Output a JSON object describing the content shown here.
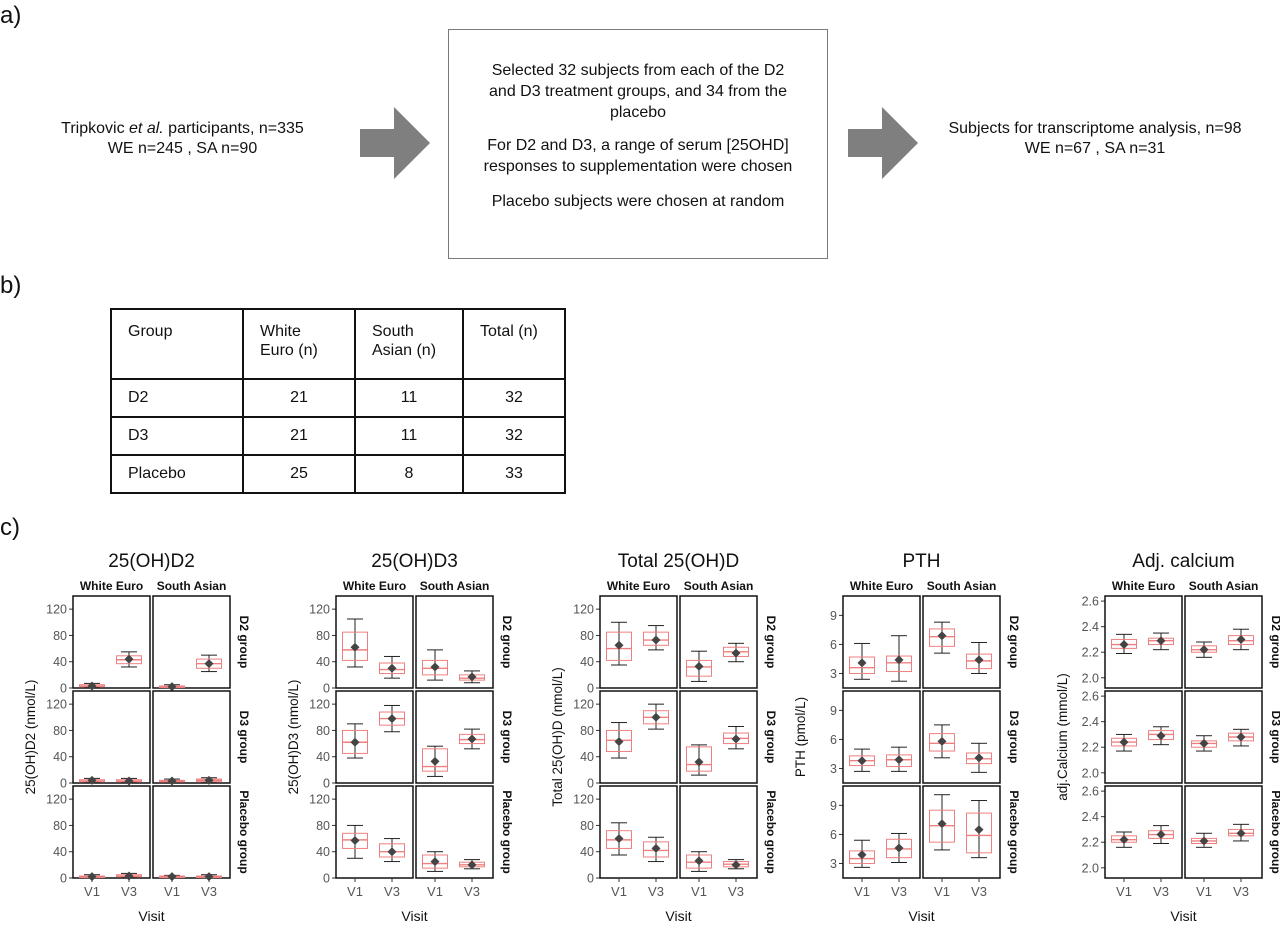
{
  "panel_labels": {
    "a": "a)",
    "b": "b)",
    "c": "c)"
  },
  "flow": {
    "left_line1_prefix": "Tripkovic ",
    "left_line1_italic": "et al.",
    "left_line1_suffix": " participants, n=335",
    "left_line2": "WE n=245 , SA n=90",
    "center_p1": "Selected 32 subjects from each of the D2 and D3 treatment groups, and 34 from the placebo",
    "center_p2": "For D2 and D3, a range of serum [25OHD] responses to supplementation were chosen",
    "center_p3": "Placebo subjects were chosen at random",
    "right_line1": "Subjects for transcriptome analysis, n=98",
    "right_line2": "WE n=67 , SA n=31",
    "arrow_color": "#7f7f7f"
  },
  "table": {
    "headers": [
      "Group",
      "White Euro (n)",
      "South Asian (n)",
      "Total (n)"
    ],
    "header_lines": [
      [
        "Group"
      ],
      [
        "White",
        "Euro (n)"
      ],
      [
        "South",
        "Asian (n)"
      ],
      [
        "Total (n)"
      ]
    ],
    "rows": [
      [
        "D2",
        "21",
        "11",
        "32"
      ],
      [
        "D3",
        "21",
        "11",
        "32"
      ],
      [
        "Placebo",
        "25",
        "8",
        "33"
      ]
    ]
  },
  "chart_data": [
    {
      "type": "box",
      "title": "25(OH)D2",
      "ylabel": "25(OH)D2 (nmol/L)",
      "xlabel": "Visit",
      "ylim": [
        0,
        140
      ],
      "yticks": [
        "0",
        "40",
        "80",
        "120"
      ],
      "facet_columns": [
        "White Euro",
        "South Asian"
      ],
      "facet_rows": [
        "D2 group",
        "D3 group",
        "Placebo group"
      ],
      "categories": [
        "V1",
        "V3"
      ],
      "boxes": [
        [
          [
            [
              1,
              2,
              3,
              5,
              7
            ],
            [
              32,
              37,
              43,
              49,
              55
            ]
          ],
          [
            [
              0,
              1,
              2,
              3,
              5
            ],
            [
              25,
              30,
              37,
              44,
              50
            ]
          ]
        ],
        [
          [
            [
              1,
              2,
              3,
              5,
              7
            ],
            [
              1,
              2,
              3,
              5,
              7
            ]
          ],
          [
            [
              1,
              2,
              3,
              4,
              6
            ],
            [
              1,
              2,
              4,
              6,
              8
            ]
          ]
        ],
        [
          [
            [
              0,
              1,
              2,
              3,
              5
            ],
            [
              1,
              2,
              3,
              5,
              7
            ]
          ],
          [
            [
              0,
              1,
              2,
              3,
              4
            ],
            [
              0,
              1,
              2,
              3,
              5
            ]
          ]
        ]
      ],
      "means": [
        [
          [
            3,
            44
          ],
          [
            2,
            37
          ]
        ],
        [
          [
            4,
            3
          ],
          [
            3,
            4
          ]
        ],
        [
          [
            2,
            3
          ],
          [
            2,
            2
          ]
        ]
      ],
      "box_color": "#f08080",
      "mean_color": "#444444"
    },
    {
      "type": "box",
      "title": "25(OH)D3",
      "ylabel": "25(OH)D3 (nmol/L)",
      "xlabel": "Visit",
      "ylim": [
        0,
        140
      ],
      "yticks": [
        "0",
        "40",
        "80",
        "120"
      ],
      "facet_columns": [
        "White Euro",
        "South Asian"
      ],
      "facet_rows": [
        "D2 group",
        "D3 group",
        "Placebo group"
      ],
      "categories": [
        "V1",
        "V3"
      ],
      "boxes": [
        [
          [
            [
              32,
              42,
              58,
              85,
              105
            ],
            [
              15,
              22,
              28,
              38,
              48
            ]
          ],
          [
            [
              12,
              20,
              30,
              42,
              58
            ],
            [
              8,
              12,
              15,
              20,
              26
            ]
          ]
        ],
        [
          [
            [
              38,
              45,
              62,
              80,
              90
            ],
            [
              78,
              88,
              98,
              108,
              118
            ]
          ],
          [
            [
              10,
              18,
              25,
              52,
              56
            ],
            [
              52,
              60,
              66,
              74,
              82
            ]
          ]
        ],
        [
          [
            [
              30,
              45,
              58,
              68,
              80
            ],
            [
              25,
              32,
              40,
              52,
              60
            ]
          ],
          [
            [
              10,
              15,
              22,
              35,
              40
            ],
            [
              14,
              17,
              20,
              24,
              28
            ]
          ]
        ]
      ],
      "means": [
        [
          [
            62,
            30
          ],
          [
            32,
            17
          ]
        ],
        [
          [
            62,
            98
          ],
          [
            33,
            67
          ]
        ],
        [
          [
            57,
            40
          ],
          [
            25,
            20
          ]
        ]
      ],
      "box_color": "#f08080",
      "mean_color": "#444444"
    },
    {
      "type": "box",
      "title": "Total 25(OH)D",
      "ylabel": "Total 25(OH)D (nmol/L)",
      "xlabel": "Visit",
      "ylim": [
        0,
        140
      ],
      "yticks": [
        "0",
        "40",
        "80",
        "120"
      ],
      "facet_columns": [
        "White Euro",
        "South Asian"
      ],
      "facet_rows": [
        "D2 group",
        "D3 group",
        "Placebo group"
      ],
      "categories": [
        "V1",
        "V3"
      ],
      "boxes": [
        [
          [
            [
              35,
              42,
              60,
              85,
              100
            ],
            [
              58,
              65,
              73,
              85,
              95
            ]
          ],
          [
            [
              10,
              18,
              32,
              42,
              56
            ],
            [
              40,
              48,
              55,
              62,
              68
            ]
          ]
        ],
        [
          [
            [
              38,
              48,
              65,
              80,
              92
            ],
            [
              82,
              90,
              100,
              110,
              120
            ]
          ],
          [
            [
              12,
              18,
              28,
              55,
              58
            ],
            [
              52,
              60,
              68,
              76,
              86
            ]
          ]
        ],
        [
          [
            [
              35,
              45,
              58,
              72,
              84
            ],
            [
              25,
              32,
              42,
              55,
              62
            ]
          ],
          [
            [
              10,
              15,
              24,
              35,
              40
            ],
            [
              14,
              17,
              21,
              25,
              28
            ]
          ]
        ]
      ],
      "means": [
        [
          [
            65,
            73
          ],
          [
            33,
            53
          ]
        ],
        [
          [
            63,
            100
          ],
          [
            32,
            67
          ]
        ],
        [
          [
            60,
            45
          ],
          [
            26,
            20
          ]
        ]
      ],
      "box_color": "#f08080",
      "mean_color": "#444444"
    },
    {
      "type": "box",
      "title": "PTH",
      "ylabel": "PTH (pmol/L)",
      "xlabel": "Visit",
      "ylim": [
        1.5,
        11
      ],
      "yticks": [
        "3",
        "6",
        "9"
      ],
      "facet_columns": [
        "White Euro",
        "South Asian"
      ],
      "facet_rows": [
        "D2 group",
        "D3 group",
        "Placebo group"
      ],
      "categories": [
        "V1",
        "V3"
      ],
      "boxes": [
        [
          [
            [
              2.4,
              3.0,
              3.6,
              4.7,
              6.1
            ],
            [
              2.2,
              3.2,
              4.1,
              4.8,
              6.9
            ]
          ],
          [
            [
              5.1,
              5.8,
              6.8,
              7.6,
              8.3
            ],
            [
              3.0,
              3.5,
              4.3,
              5.0,
              6.2
            ]
          ]
        ],
        [
          [
            [
              2.7,
              3.3,
              3.8,
              4.3,
              5.0
            ],
            [
              2.7,
              3.2,
              3.9,
              4.4,
              5.2
            ]
          ],
          [
            [
              4.1,
              4.8,
              5.6,
              6.6,
              7.5
            ],
            [
              2.6,
              3.5,
              4.0,
              4.6,
              5.6
            ]
          ]
        ],
        [
          [
            [
              2.6,
              3.0,
              3.5,
              4.3,
              5.4
            ],
            [
              3.1,
              3.6,
              4.5,
              5.5,
              6.1
            ]
          ],
          [
            [
              4.4,
              5.2,
              6.9,
              8.5,
              10.1
            ],
            [
              3.6,
              4.1,
              5.9,
              8.2,
              9.5
            ]
          ]
        ]
      ],
      "means": [
        [
          [
            4.1,
            4.4
          ],
          [
            6.9,
            4.4
          ]
        ],
        [
          [
            3.8,
            3.9
          ],
          [
            5.8,
            4.1
          ]
        ],
        [
          [
            3.9,
            4.6
          ],
          [
            7.1,
            6.5
          ]
        ]
      ],
      "box_color": "#f08080",
      "mean_color": "#444444"
    },
    {
      "type": "box",
      "title": "Adj. calcium",
      "ylabel": "adj.Calcium (mmol/L)",
      "xlabel": "Visit",
      "ylim": [
        1.92,
        2.64
      ],
      "yticks": [
        "2.0",
        "2.2",
        "2.4",
        "2.6"
      ],
      "facet_columns": [
        "White Euro",
        "South Asian"
      ],
      "facet_rows": [
        "D2 group",
        "D3 group",
        "Placebo group"
      ],
      "categories": [
        "V1",
        "V3"
      ],
      "boxes": [
        [
          [
            [
              2.19,
              2.23,
              2.26,
              2.3,
              2.34
            ],
            [
              2.22,
              2.26,
              2.29,
              2.31,
              2.35
            ]
          ],
          [
            [
              2.16,
              2.2,
              2.22,
              2.25,
              2.28
            ],
            [
              2.22,
              2.26,
              2.29,
              2.33,
              2.38
            ]
          ]
        ],
        [
          [
            [
              2.17,
              2.21,
              2.24,
              2.27,
              2.3
            ],
            [
              2.22,
              2.26,
              2.3,
              2.33,
              2.36
            ]
          ],
          [
            [
              2.17,
              2.2,
              2.23,
              2.25,
              2.29
            ],
            [
              2.21,
              2.25,
              2.28,
              2.31,
              2.34
            ]
          ]
        ],
        [
          [
            [
              2.16,
              2.2,
              2.22,
              2.25,
              2.28
            ],
            [
              2.19,
              2.23,
              2.26,
              2.29,
              2.33
            ]
          ],
          [
            [
              2.16,
              2.19,
              2.21,
              2.23,
              2.27
            ],
            [
              2.21,
              2.25,
              2.27,
              2.3,
              2.34
            ]
          ]
        ]
      ],
      "means": [
        [
          [
            2.26,
            2.29
          ],
          [
            2.22,
            2.3
          ]
        ],
        [
          [
            2.24,
            2.29
          ],
          [
            2.23,
            2.28
          ]
        ],
        [
          [
            2.22,
            2.26
          ],
          [
            2.21,
            2.27
          ]
        ]
      ],
      "box_color": "#f08080",
      "mean_color": "#444444"
    }
  ]
}
